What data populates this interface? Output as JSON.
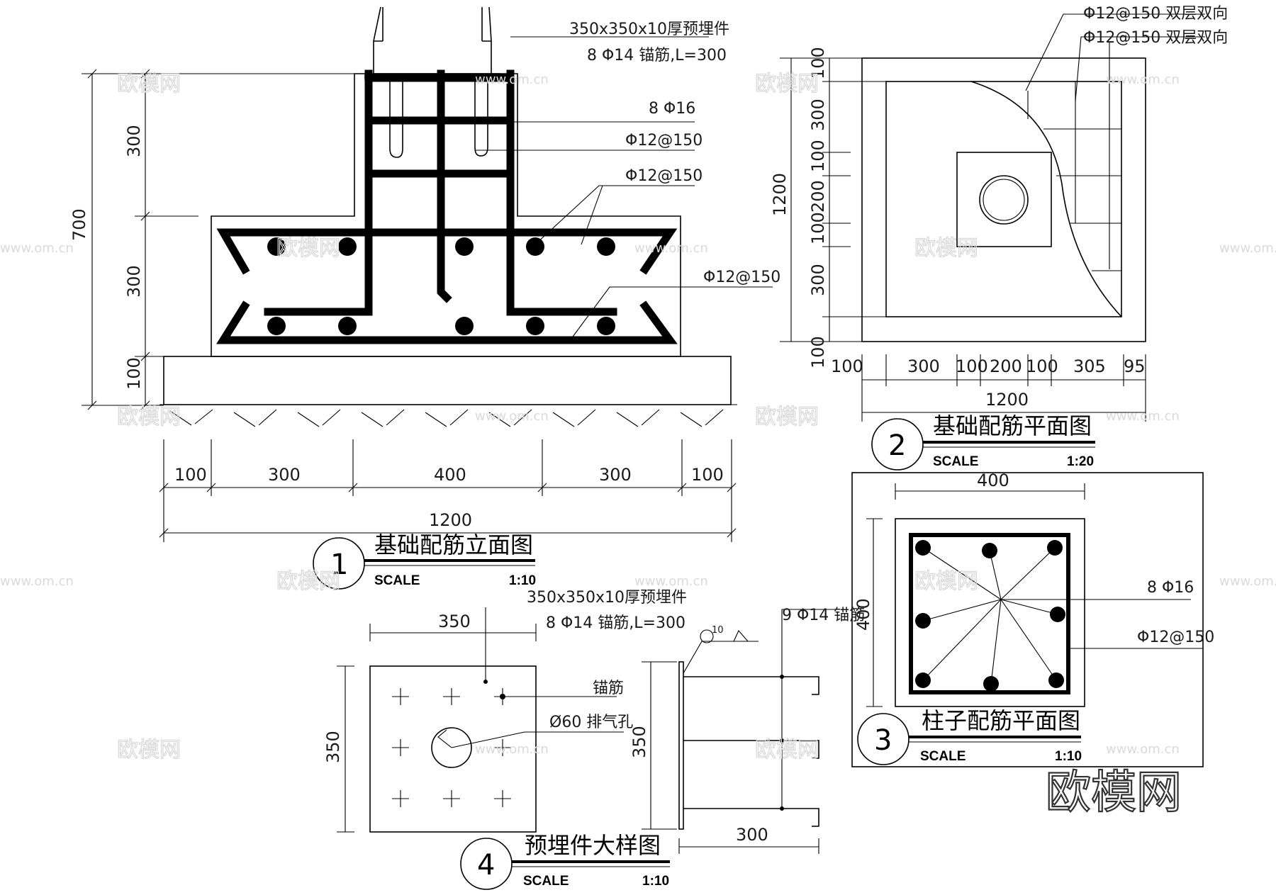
{
  "views": {
    "elevation": {
      "number": "1",
      "title": "基础配筋立面图",
      "scale_label": "SCALE",
      "scale_value": "1:10",
      "dims_vertical": [
        "700",
        "300",
        "300",
        "100"
      ],
      "dims_horizontal": [
        "100",
        "300",
        "400",
        "300",
        "100"
      ],
      "total_width": "1200",
      "notes": [
        "350x350x10厚预埋件",
        "8 Φ14 锚筋,L=300",
        "8 Φ16",
        "Φ12@150",
        "Φ12@150",
        "Φ12@150"
      ]
    },
    "foundation_plan": {
      "number": "2",
      "title": "基础配筋平面图",
      "scale_label": "SCALE",
      "scale_value": "1:20",
      "dims_vertical": [
        "1200",
        "100",
        "300",
        "100",
        "200",
        "100",
        "300",
        "100"
      ],
      "dims_horizontal": [
        "100",
        "300",
        "100",
        "200",
        "100",
        "305",
        "95"
      ],
      "total_width": "1200",
      "notes": [
        "Φ12@150 双层双向",
        "Φ12@150 双层双向"
      ]
    },
    "column_plan": {
      "number": "3",
      "title": "柱子配筋平面图",
      "scale_label": "SCALE",
      "scale_value": "1:10",
      "dim_top": "400",
      "dim_side": "400",
      "notes": [
        "8 Φ16",
        "Φ12@150"
      ]
    },
    "embed_detail": {
      "number": "4",
      "title": "预埋件大样图",
      "scale_label": "SCALE",
      "scale_value": "1:10",
      "dim_top": "350",
      "dim_left": "350",
      "dim_side": "350",
      "dim_bottom": "300",
      "weld_size": "10",
      "notes": [
        "350x350x10厚预埋件",
        "8 Φ14 锚筋,L=300",
        "锚筋",
        "Ø60 排气孔",
        "9 Φ14 锚筋"
      ]
    }
  },
  "watermark": {
    "text": "欧模网",
    "site": "www.om.cn",
    "brand": "欧模网"
  }
}
